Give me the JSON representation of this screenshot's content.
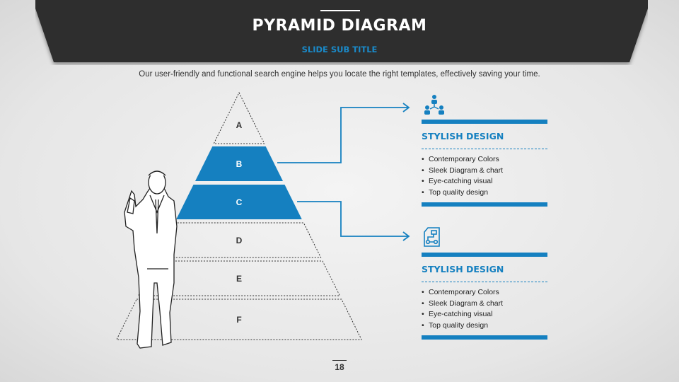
{
  "header": {
    "title": "PYRAMID DIAGRAM",
    "subtitle": "SLIDE SUB TITLE"
  },
  "description": "Our user-friendly and functional search engine helps you locate the right templates, effectively saving your time.",
  "pyramid": {
    "levels": [
      {
        "label": "A",
        "highlighted": false
      },
      {
        "label": "B",
        "highlighted": true
      },
      {
        "label": "C",
        "highlighted": true
      },
      {
        "label": "D",
        "highlighted": false
      },
      {
        "label": "E",
        "highlighted": false
      },
      {
        "label": "F",
        "highlighted": false
      }
    ]
  },
  "cards": [
    {
      "icon": "people-network-icon",
      "title": "STYLISH DESIGN",
      "items": [
        "Contemporary Colors",
        "Sleek Diagram & chart",
        "Eye-catching visual",
        "Top quality design"
      ]
    },
    {
      "icon": "flowchart-document-icon",
      "title": "STYLISH DESIGN",
      "items": [
        "Contemporary Colors",
        "Sleek Diagram & chart",
        "Eye-catching visual",
        "Top quality design"
      ]
    }
  ],
  "colors": {
    "accent": "#1580c0",
    "header": "#2e2e2e"
  },
  "page_number": "18"
}
